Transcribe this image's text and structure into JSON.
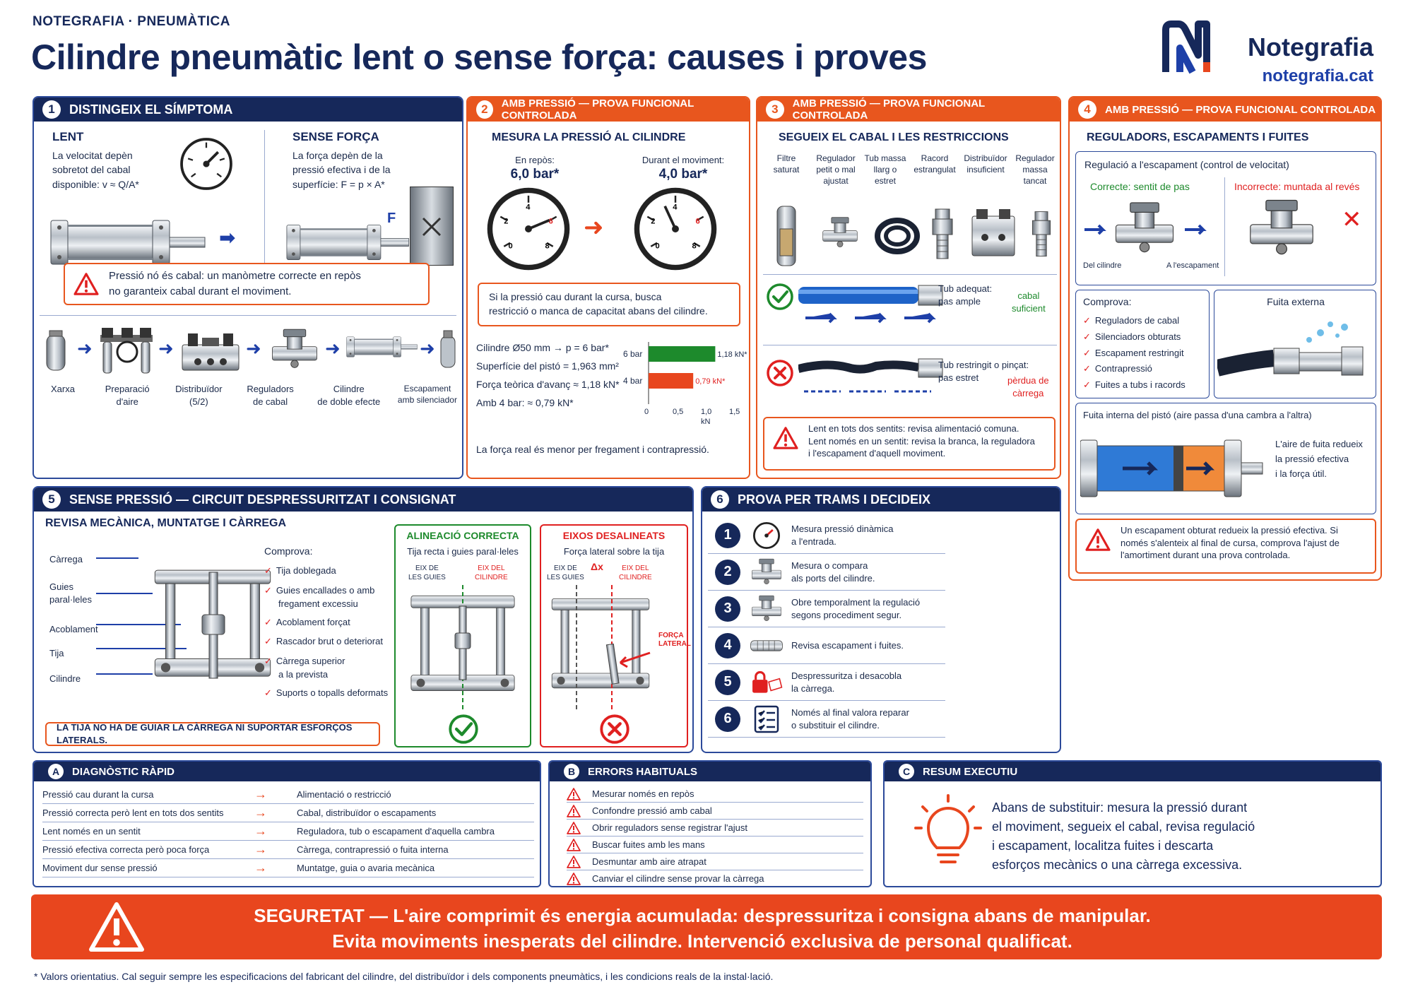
{
  "header": {
    "kicker": "NOTEGRAFIA · PNEUMÀTICA",
    "title": "Cilindre pneumàtic lent o sense força: causes i proves",
    "brand": "Notegrafia",
    "url": "notegrafia.cat"
  },
  "p1": {
    "num": "1",
    "title": "DISTINGEIX EL SÍMPTOMA",
    "lent_title": "LENT",
    "lent_l1": "La velocitat depèn",
    "lent_l2": "sobretot del cabal",
    "lent_l3": "disponible: v ≈ Q/A*",
    "force_title": "SENSE FORÇA",
    "force_l1": "La força depèn de la",
    "force_l2": "pressió efectiva i de la",
    "force_l3": "superfície: F = p × A*",
    "f_label": "F",
    "warn_l1": "Pressió nó és cabal: un manòmetre correcte en repòs",
    "warn_l2": "no garanteix cabal durant el moviment.",
    "chain": [
      {
        "l1": "Xarxa",
        "l2": ""
      },
      {
        "l1": "Preparació",
        "l2": "d'aire"
      },
      {
        "l1": "Distribuïdor",
        "l2": "(5/2)"
      },
      {
        "l1": "Reguladors",
        "l2": "de cabal"
      },
      {
        "l1": "Cilindre",
        "l2": "de doble efecte"
      },
      {
        "l1": "Escapament",
        "l2": "amb silenciador"
      }
    ]
  },
  "p2": {
    "num": "2",
    "title": "AMB PRESSIÓ — PROVA FUNCIONAL CONTROLADA",
    "sub": "MESURA LA PRESSIÓ AL CILINDRE",
    "g1_label": "En repòs:",
    "g1_value": "6,0 bar*",
    "g2_label": "Durant el moviment:",
    "g2_value": "4,0 bar*",
    "note_l1": "Si la pressió cau durant la cursa, busca",
    "note_l2": "restricció o manca de capacitat abans del cilindre.",
    "calc_l1": "Cilindre Ø50 mm → p = 6 bar*",
    "calc_l2": "Superfície del pistó = 1,963 mm²",
    "calc_l3": "Força teòrica d'avanç ≈ 1,18 kN*",
    "calc_l4": "Amb 4 bar: ≈ 0,79 kN*",
    "bottom": "La força real és menor per fregament i contrapressió."
  },
  "chart_data": {
    "type": "bar",
    "categories": [
      "6 bar",
      "4 bar"
    ],
    "values": [
      1.18,
      0.79
    ],
    "data_labels": [
      "1,18 kN*",
      "0,79 kN*"
    ],
    "colors": [
      "#1d8a2c",
      "#e8461e"
    ],
    "xticks": [
      "0",
      "0,5",
      "1,0",
      "1,5"
    ],
    "xlim": [
      0,
      1.5
    ],
    "xlabel": "kN"
  },
  "p3": {
    "num": "3",
    "title": "AMB PRESSIÓ — PROVA FUNCIONAL CONTROLADA",
    "sub": "SEGUEIX EL CABAL I LES RESTRICCIONS",
    "items": [
      {
        "l1": "Filtre",
        "l2": "saturat",
        "l3": ""
      },
      {
        "l1": "Regulador",
        "l2": "petit o mal",
        "l3": "ajustat"
      },
      {
        "l1": "Tub massa",
        "l2": "llarg o estret",
        "l3": ""
      },
      {
        "l1": "Racord",
        "l2": "estrangulat",
        "l3": ""
      },
      {
        "l1": "Distribuïdor",
        "l2": "insuficient",
        "l3": ""
      },
      {
        "l1": "Regulador",
        "l2": "massa",
        "l3": "tancat"
      }
    ],
    "ok_l1": "Tub adequat:",
    "ok_l2": "pas ample",
    "ok_r1": "cabal",
    "ok_r2": "suficient",
    "bad_l1": "Tub restringit o pinçat:",
    "bad_l2": "pas estret",
    "bad_r1": "pèrdua de",
    "bad_r2": "càrrega",
    "warn_l1": "Lent en tots dos sentits: revisa alimentació comuna.",
    "warn_l2": "Lent només en un sentit: revisa la branca, la reguladora",
    "warn_l3": "i l'escapament d'aquell moviment."
  },
  "p4": {
    "num": "4",
    "title": "AMB PRESSIÓ — PROVA FUNCIONAL CONTROLADA",
    "sub": "REGULADORS, ESCAPAMENTS I FUITES",
    "reg_title": "Regulació a l'escapament (control de velocitat)",
    "correct": "Correcte: sentit de pas",
    "incorrect": "Incorrecte: muntada al revés",
    "from": "Del cilindre",
    "to": "A l'escapament",
    "check_title": "Comprova:",
    "checks": [
      "Reguladors de cabal",
      "Silenciadors obturats",
      "Escapament restringit",
      "Contrapressió",
      "Fuites a tubs i racords"
    ],
    "ext_title": "Fuita externa",
    "int_title": "Fuita interna del pistó (aire passa d'una cambra a l'altra)",
    "int_l1": "L'aire de fuita redueix",
    "int_l2": "la pressió efectiva",
    "int_l3": "i la força útil.",
    "warn_l1": "Un escapament obturat redueix la pressió efectiva. Si",
    "warn_l2": "només s'alenteix al final de cursa, comprova l'ajust de",
    "warn_l3": "l'amortiment durant una prova controlada."
  },
  "p5": {
    "num": "5",
    "title": "SENSE PRESSIÓ — CIRCUIT DESPRESSURITZAT I CONSIGNAT",
    "sub": "REVISA MECÀNICA, MUNTATGE I CÀRREGA",
    "labels": [
      {
        "l1": "Càrrega",
        "l2": ""
      },
      {
        "l1": "Guies",
        "l2": "paral·leles"
      },
      {
        "l1": "Acoblament",
        "l2": ""
      },
      {
        "l1": "Tija",
        "l2": ""
      },
      {
        "l1": "Cilindre",
        "l2": ""
      }
    ],
    "check_title": "Comprova:",
    "checks": [
      {
        "l1": "Tija doblegada",
        "l2": ""
      },
      {
        "l1": "Guies encallades o amb",
        "l2": "fregament excessiu"
      },
      {
        "l1": "Acoblament forçat",
        "l2": ""
      },
      {
        "l1": "Rascador brut o deteriorat",
        "l2": ""
      },
      {
        "l1": "Càrrega superior",
        "l2": "a la prevista"
      },
      {
        "l1": "Suports o topalls deformats",
        "l2": ""
      }
    ],
    "align_title": "ALINEACIÓ CORRECTA",
    "align_sub": "Tija recta i guies paral·leles",
    "mis_title": "EIXOS DESALINEATS",
    "mis_sub": "Força lateral sobre la tija",
    "axis_guides_1": "EIX DE",
    "axis_guides_2": "LES GUIES",
    "axis_cyl_1": "EIX DEL",
    "axis_cyl_2": "CILINDRE",
    "dx": "Δx",
    "lat_1": "FORÇA",
    "lat_2": "LATERAL",
    "warn": "LA TIJA NO HA DE GUIAR LA CÀRREGA NI SUPORTAR ESFORÇOS LATERALS."
  },
  "p6": {
    "num": "6",
    "title": "PROVA PER TRAMS I DECIDEIX",
    "steps": [
      {
        "n": "1",
        "l1": "Mesura pressió dinàmica",
        "l2": "a l'entrada."
      },
      {
        "n": "2",
        "l1": "Mesura o compara",
        "l2": "als ports del cilindre."
      },
      {
        "n": "3",
        "l1": "Obre temporalment la regulació",
        "l2": "segons procediment segur."
      },
      {
        "n": "4",
        "l1": "Revisa escapament i fuites.",
        "l2": ""
      },
      {
        "n": "5",
        "l1": "Despressuritza i desacobla",
        "l2": "la càrrega."
      },
      {
        "n": "6",
        "l1": "Només al final valora reparar",
        "l2": "o substituir el cilindre."
      }
    ]
  },
  "a": {
    "num": "A",
    "title": "DIAGNÒSTIC RÀPID",
    "rows": [
      {
        "k": "Pressió cau durant la cursa",
        "v": "Alimentació o restricció"
      },
      {
        "k": "Pressió correcta però lent en tots dos sentits",
        "v": "Cabal, distribuïdor o escapaments"
      },
      {
        "k": "Lent només en un sentit",
        "v": "Reguladora, tub o escapament d'aquella cambra"
      },
      {
        "k": "Pressió efectiva correcta però poca força",
        "v": "Càrrega, contrapressió o fuita interna"
      },
      {
        "k": "Moviment dur sense pressió",
        "v": "Muntatge, guia o avaria mecànica"
      }
    ]
  },
  "b": {
    "num": "B",
    "title": "ERRORS HABITUALS",
    "items": [
      "Mesurar només en repòs",
      "Confondre pressió amb cabal",
      "Obrir reguladors sense registrar l'ajust",
      "Buscar fuites amb les mans",
      "Desmuntar amb aire atrapat",
      "Canviar el cilindre sense provar la càrrega"
    ]
  },
  "c": {
    "num": "C",
    "title": "RESUM EXECUTIU",
    "l1": "Abans de substituir: mesura la pressió durant",
    "l2": "el moviment, segueix el cabal, revisa regulació",
    "l3": "i escapament, localitza fuites i descarta",
    "l4": "esforços mecànics o una càrrega excessiva."
  },
  "safety": {
    "l1_bold": "SEGURETAT —",
    "l1": " L'aire comprimit és energia acumulada: despressuritza i consigna abans de manipular.",
    "l2": "Evita moviments inesperats del cilindre. Intervenció exclusiva de personal qualificat."
  },
  "footnote": "* Valors orientatius. Cal seguir sempre les especificacions del fabricant del cilindre, del distribuïdor i dels components pneumàtics, i les condicions reals de la instal·lació.",
  "colors": {
    "navy": "#16285a",
    "orange": "#e8461e",
    "green": "#1d8a2c",
    "red": "#e02020",
    "blue": "#1e40a8"
  }
}
